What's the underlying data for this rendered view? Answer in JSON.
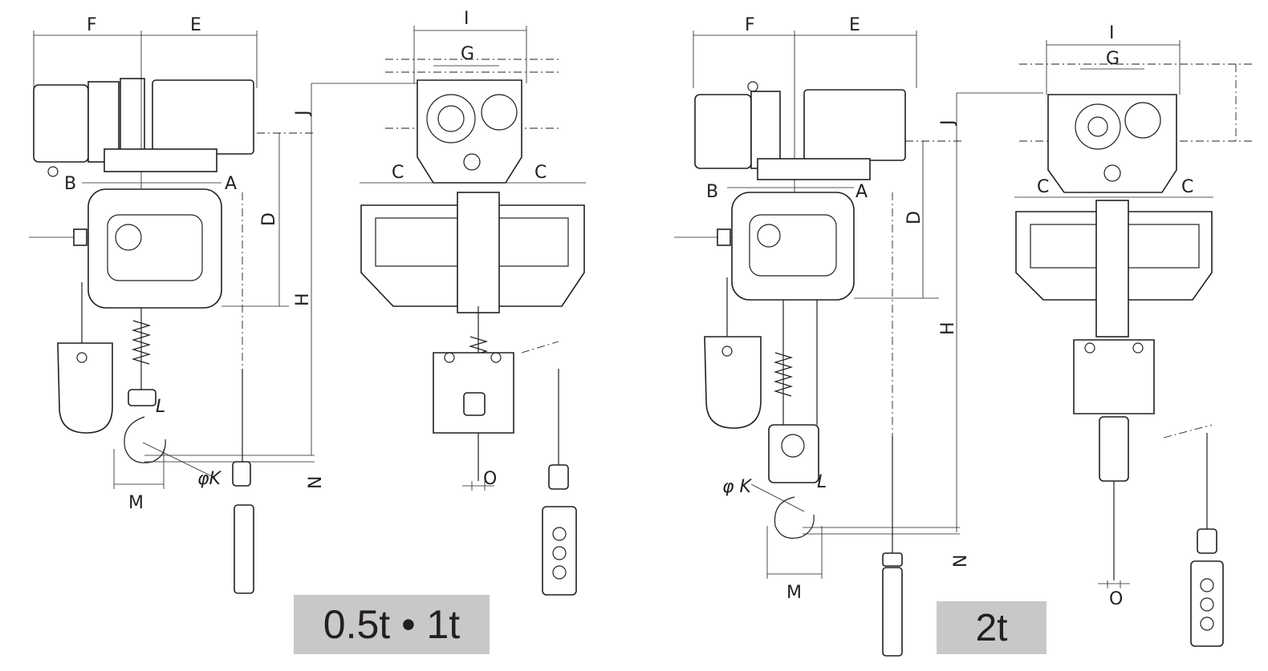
{
  "captions": {
    "small": "0.5t • 1t",
    "large": "2t"
  },
  "left": {
    "side": {
      "F": "F",
      "E": "E",
      "B": "B",
      "A": "A",
      "D": "D",
      "H": "H",
      "J": "J",
      "M": "M",
      "N": "N",
      "K": "φK",
      "L": "L"
    },
    "front": {
      "I": "I",
      "G": "G",
      "C1": "C",
      "C2": "C",
      "O": "O"
    }
  },
  "right": {
    "side": {
      "F": "F",
      "E": "E",
      "B": "B",
      "A": "A",
      "D": "D",
      "H": "H",
      "J": "J",
      "M": "M",
      "N": "N",
      "K": "φ K",
      "L": "L"
    },
    "front": {
      "I": "I",
      "G": "G",
      "C1": "C",
      "C2": "C",
      "O": "O"
    }
  },
  "colors": {
    "line": "#231f20",
    "badge": "#c8c8c8"
  }
}
